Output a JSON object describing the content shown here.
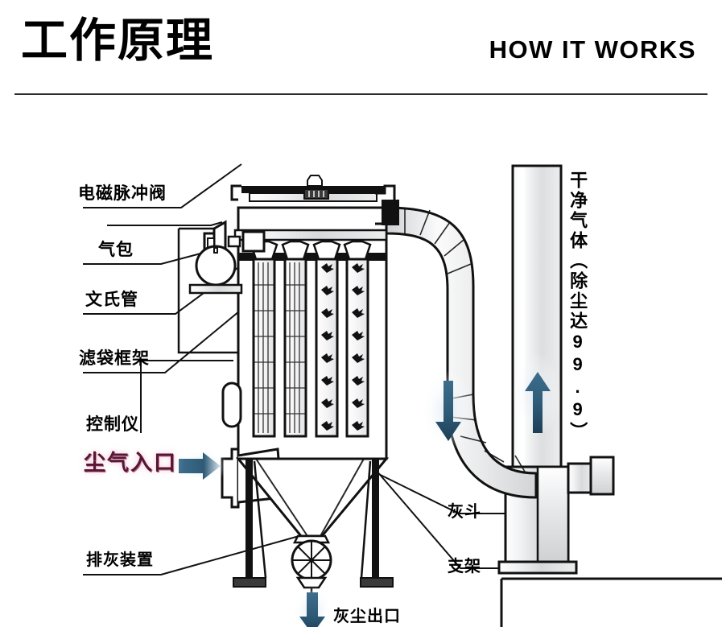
{
  "header": {
    "title_cn": "工作原理",
    "title_en": "HOW IT WORKS"
  },
  "diagram": {
    "name": "pulse-jet bag filter dust collector cutaway",
    "labels": {
      "pulse_valve": "电磁脉冲阀",
      "air_reservoir": "气包",
      "venturi": "文氏管",
      "bag_cage": "滤袋框架",
      "controller": "控制仪",
      "dust_gas_inlet": "尘气入口",
      "ash_discharge_device": "排灰装置",
      "dust_outlet": "灰尘出口",
      "hopper": "灰斗",
      "support_frame": "支架",
      "clean_gas": "干净气体（除尘达99.9）"
    },
    "colors": {
      "line": "#111111",
      "arrow_blue": "#2e5a76",
      "inlet_text": "#571634",
      "inlet_glow": "#f3c9d8",
      "metal_light": "#fdfdfd",
      "metal_mid": "#d9dadc",
      "metal_dark": "#b9bbbe"
    },
    "arrows": [
      {
        "name": "inlet-arrow",
        "direction": "right"
      },
      {
        "name": "duct-down-arrow",
        "direction": "down"
      },
      {
        "name": "stack-up-arrow",
        "direction": "up"
      },
      {
        "name": "dust-outlet-arrow",
        "direction": "down"
      }
    ],
    "bag_count": 6,
    "cage_bags": 2,
    "dusty_bags": 4
  }
}
